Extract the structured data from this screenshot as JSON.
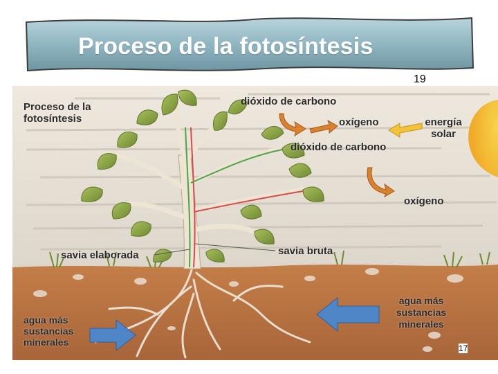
{
  "slide": {
    "title": "Proceso de la fotosíntesis",
    "slide_number": "19",
    "page_number": "17"
  },
  "diagram": {
    "heading": "Proceso de la fotosíntesis",
    "labels": {
      "co2_top": "dióxido de carbono",
      "oxygen_top": "oxígeno",
      "solar_energy": "energía solar",
      "co2_bottom": "dióxido de carbono",
      "oxygen_right": "oxígeno",
      "elaborated_sap": "savia elaborada",
      "raw_sap": "savia bruta",
      "water_right": "agua más sustancias minerales",
      "water_left": "agua más sustancias minerales"
    }
  },
  "colors": {
    "banner": "#8fb6c1",
    "sky": "#e9e2d7",
    "soil": "#b4703f",
    "leaf": "#8fa84a",
    "sun": "#f4c230",
    "arrow_blue": "#4f86c8",
    "arrow_orange": "#d9812e"
  }
}
